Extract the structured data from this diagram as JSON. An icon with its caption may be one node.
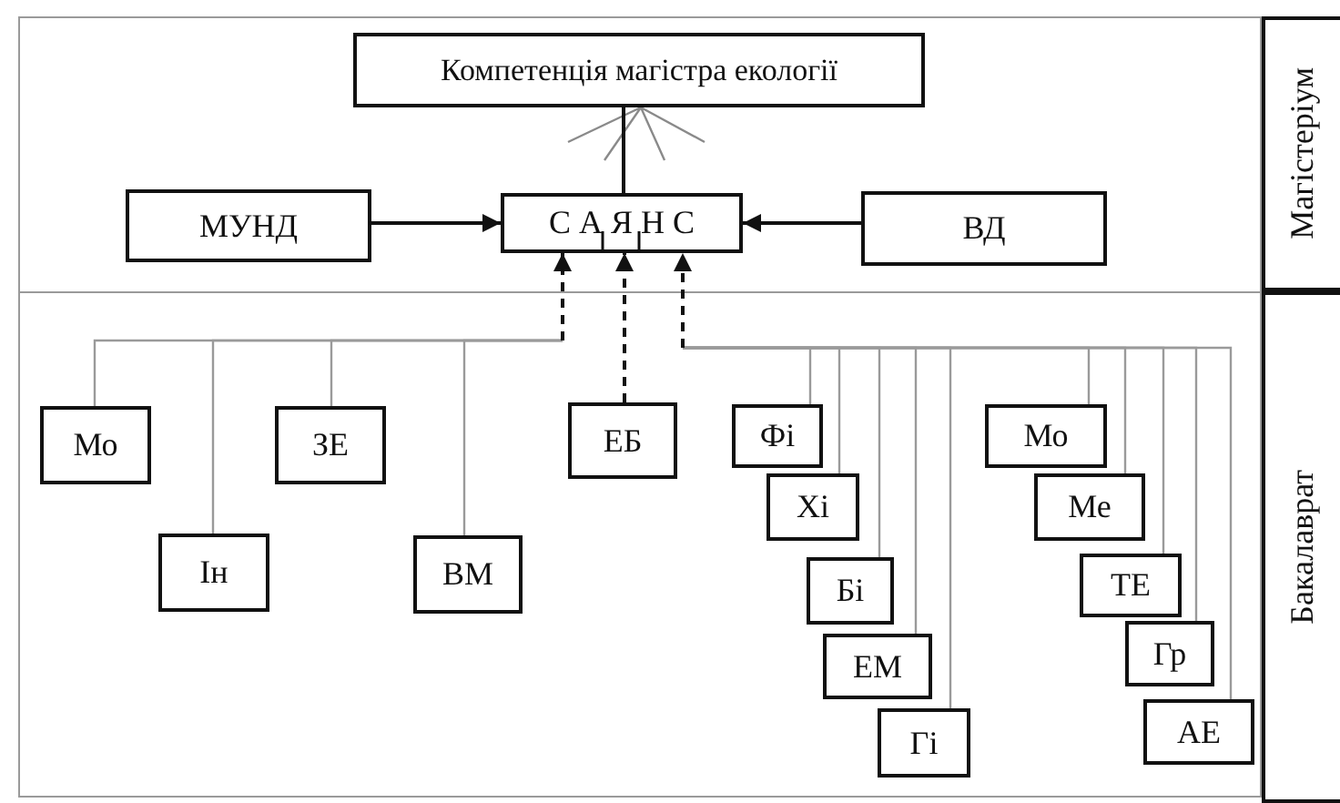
{
  "diagram": {
    "nodes": [
      {
        "text": [
          "Компетенція магістра екології"
        ]
      },
      {
        "text": [
          "МУНД"
        ]
      },
      {
        "text": [
          "С А Я Н С"
        ]
      },
      {
        "text": [
          "ВД"
        ]
      },
      {
        "text": [
          "Мо"
        ]
      },
      {
        "text": [
          "Ін"
        ]
      },
      {
        "text": [
          "ЗЕ"
        ]
      },
      {
        "text": [
          "ВМ"
        ]
      },
      {
        "text": [
          "ЕБ"
        ]
      },
      {
        "text": [
          "Фі"
        ]
      },
      {
        "text": [
          "Хі"
        ]
      },
      {
        "text": [
          "Бі"
        ]
      },
      {
        "text": [
          "ЕМ"
        ]
      },
      {
        "text": [
          "Гі"
        ]
      },
      {
        "text": [
          "Мо"
        ]
      },
      {
        "text": [
          "Ме"
        ]
      },
      {
        "text": [
          "ТЕ"
        ]
      },
      {
        "text": [
          "Гр"
        ]
      },
      {
        "text": [
          "АЕ"
        ]
      },
      {
        "text": [
          "Магістеріум"
        ]
      },
      {
        "text": [
          "Бакалаврат"
        ]
      }
    ],
    "edges": [
      {
        "from": 2,
        "to": 0,
        "arrow": "none",
        "color": "#111111"
      },
      {
        "from": 1,
        "to": 2,
        "arrow": "to",
        "color": "#111111"
      },
      {
        "from": 3,
        "to": 2,
        "arrow": "to",
        "color": "#111111"
      },
      {
        "from": 4,
        "to": 2,
        "arrow": "to"
      },
      {
        "from": 5,
        "to": 2,
        "arrow": "to"
      },
      {
        "from": 6,
        "to": 2,
        "arrow": "to"
      },
      {
        "from": 7,
        "to": 2,
        "arrow": "to"
      },
      {
        "from": 8,
        "to": 2,
        "arrow": "to",
        "style": "dashed",
        "color": "#111111"
      },
      {
        "from": 9,
        "to": 2,
        "arrow": "to"
      },
      {
        "from": 10,
        "to": 2,
        "arrow": "to"
      },
      {
        "from": 11,
        "to": 2,
        "arrow": "to"
      },
      {
        "from": 12,
        "to": 2,
        "arrow": "to"
      },
      {
        "from": 13,
        "to": 2,
        "arrow": "to"
      },
      {
        "from": 14,
        "to": 2,
        "arrow": "to"
      },
      {
        "from": 15,
        "to": 2,
        "arrow": "to"
      },
      {
        "from": 16,
        "to": 2,
        "arrow": "to"
      },
      {
        "from": 17,
        "to": 2,
        "arrow": "to"
      },
      {
        "from": 18,
        "to": 2,
        "arrow": "to"
      }
    ]
  }
}
